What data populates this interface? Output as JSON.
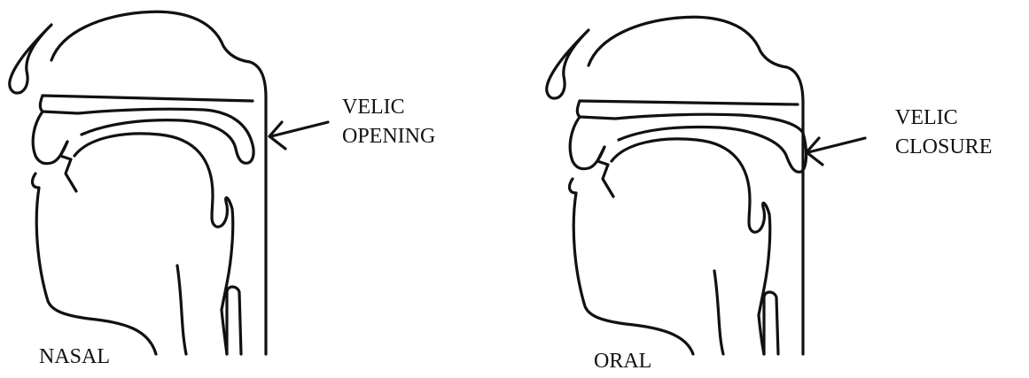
{
  "panels": [
    {
      "id": "nasal",
      "label": "NASAL",
      "annotation": [
        "VELIC",
        "OPENING"
      ]
    },
    {
      "id": "oral",
      "label": "ORAL",
      "annotation": [
        "VELIC",
        "CLOSURE"
      ]
    }
  ]
}
